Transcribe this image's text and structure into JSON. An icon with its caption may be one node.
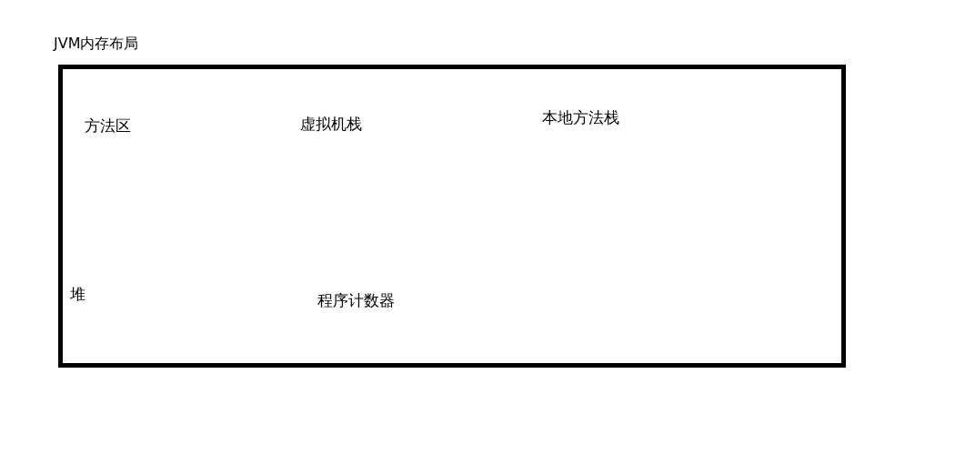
{
  "diagram": {
    "nodes": [
      {
        "text": [
          "JVM内存布局"
        ]
      }
    ],
    "labels": [
      "方法区",
      "虚拟机栈",
      "本地方法栈",
      "堆",
      "程序计数器"
    ]
  }
}
